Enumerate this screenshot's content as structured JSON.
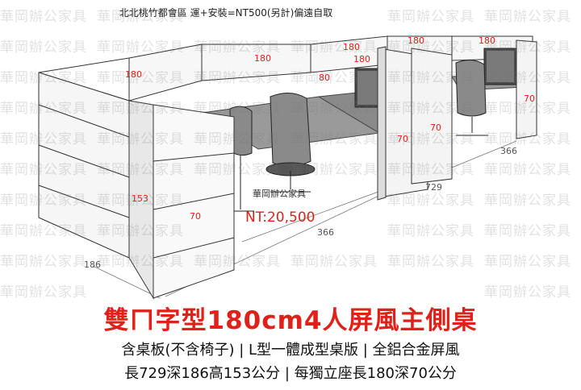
{
  "top_note": "北北桃竹都會區 運+安裝=NT500(另計)偏遠自取",
  "watermark_text": "華岡辦公家具",
  "dimensions": {
    "width_top_left": "180",
    "width_top_mid": "180",
    "width_top_c1": "180",
    "width_top_c2": "180",
    "width_top_right1": "180",
    "width_top_right2": "180",
    "return_depth_80": "80",
    "desk_depth_a": "70",
    "desk_depth_b": "70",
    "desk_depth_c": "70",
    "desk_depth_d": "70",
    "height_153": "153",
    "depth_186": "186",
    "length_729": "729",
    "width_366_a": "366",
    "width_366_b": "366"
  },
  "price": "NT:20,500",
  "logo_text": "華岡辦公家具",
  "headline": "雙ㄇ字型180cm4人屏風主側桌",
  "subline_1": "含桌板(不含椅子) | L型一體成型桌版 | 全鋁合金屏風",
  "subline_2": "長729深186高153公分 | 每獨立座長180深70公分",
  "colors": {
    "accent_red": "#e0211a",
    "panel_white": "#ffffff",
    "desk_gray": "#8a8a8a"
  }
}
